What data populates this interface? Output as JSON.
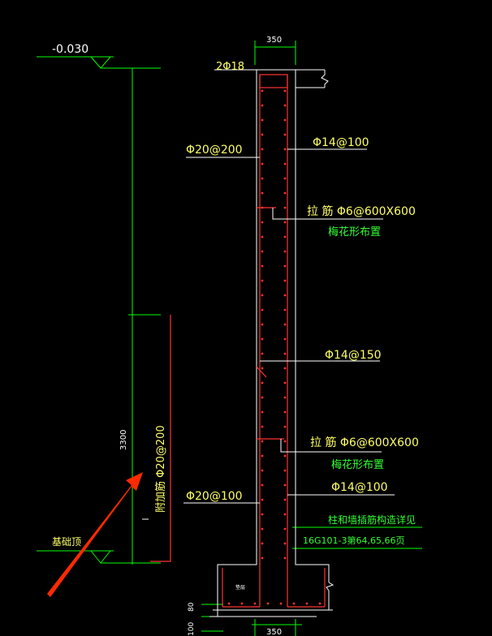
{
  "colors": {
    "background": "#000000",
    "dimension": "#00ff00",
    "annotation": "#ffffff",
    "label_yellow": "#ffff66",
    "label_green": "#33ff33",
    "wall": "#ff3333",
    "arrow": "#ff2a00"
  },
  "labels": {
    "top_width": "350",
    "bottom_width": "350",
    "elev_top": "-0.030",
    "elev_bottom": "基础顶",
    "height": "3300",
    "top_bar": "2Φ18",
    "left_bar_top": "Φ20@200",
    "right_bar_top": "Φ14@100",
    "tie_bar_top": "拉 筋 Φ6@600X600",
    "tie_layout_top": "梅花形布置",
    "right_bar_mid": "Φ14@150",
    "tie_bar_bottom": "拉 筋 Φ6@600X600",
    "tie_layout_bottom": "梅花形布置",
    "left_bar_bottom": "Φ20@100",
    "right_bar_bottom": "Φ14@100",
    "ref_note": "柱和墙插筋构造详见",
    "ref_code": "16G101-3第64,65,66页",
    "extra_bar": "附加筋 Φ20@200",
    "base_left_dim1": "80",
    "base_left_dim2": "100",
    "base_small_label": "垫层"
  }
}
